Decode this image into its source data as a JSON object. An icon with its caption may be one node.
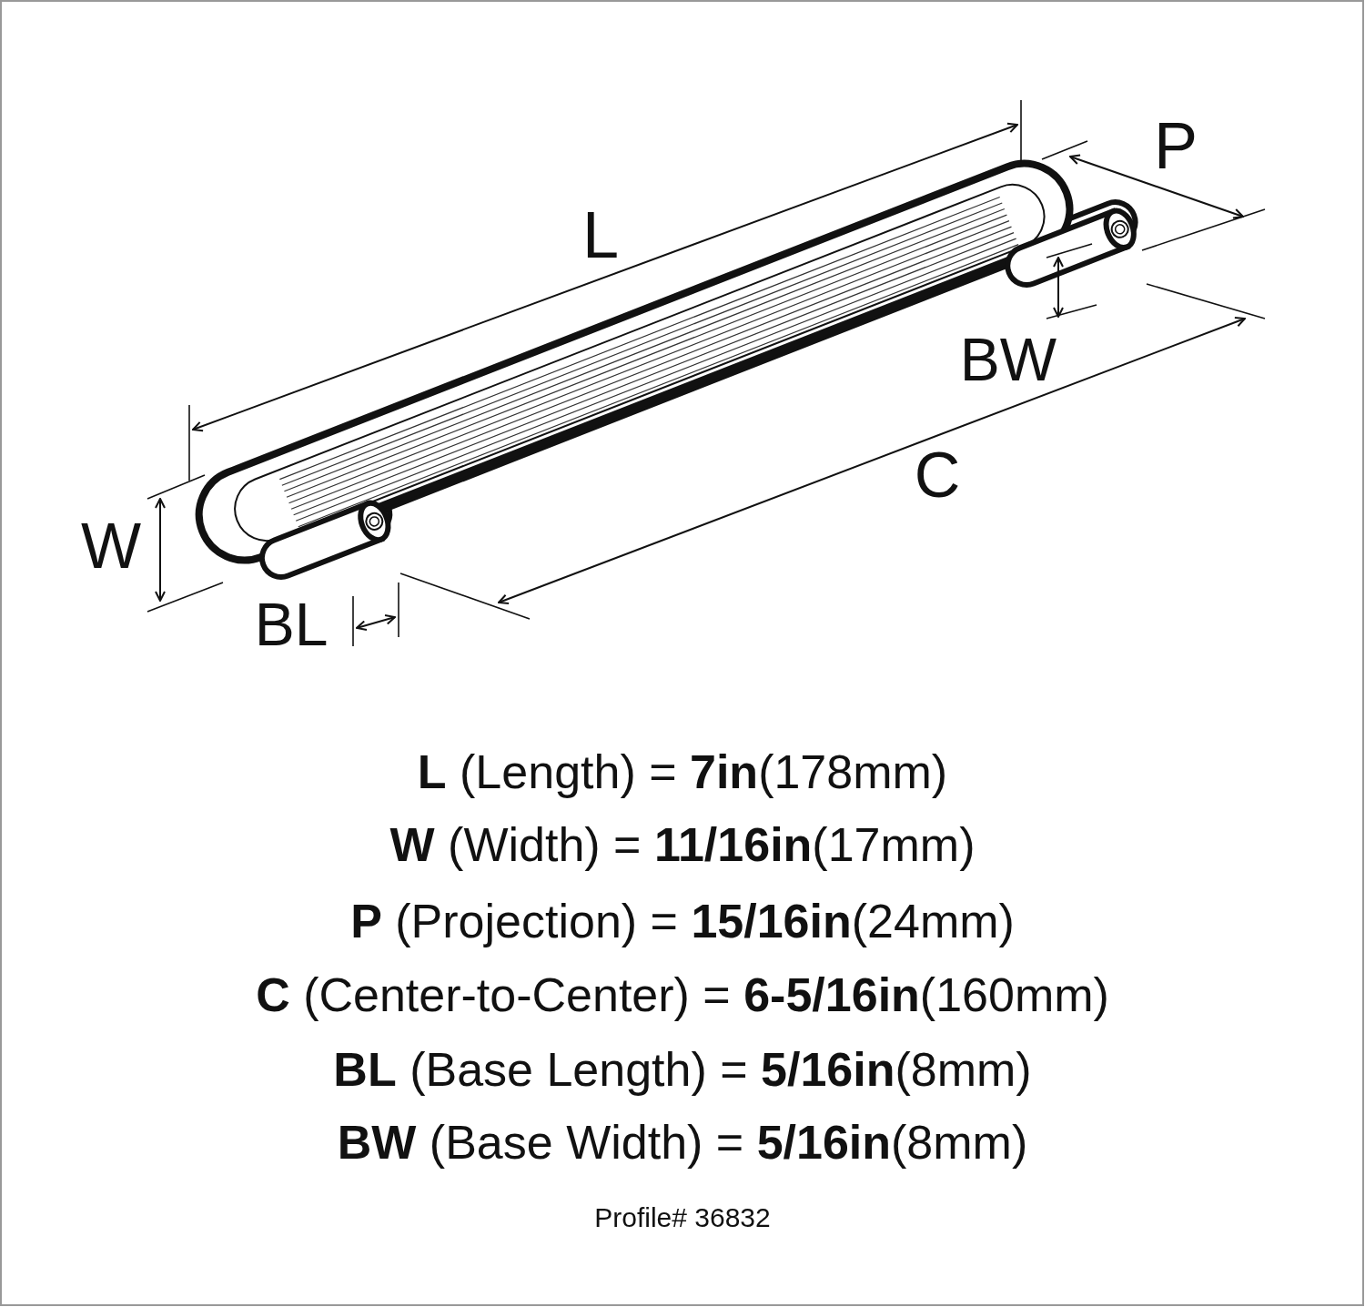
{
  "diagram": {
    "labels": [
      "L",
      "P",
      "BW",
      "C",
      "W",
      "BL",
      "**L** (Length) = **7in**(178mm)",
      "**W** (Width) = **11/16in**(17mm)",
      "**P** (Projection) = **15/16in**(24mm)",
      "**C** (Center-to-Center) = **6-5/16in**(160mm)",
      "**BL** (Base Length) = **5/16in**(8mm)",
      "**BW** (Base Width) = **5/16in**(8mm)",
      "Profile# 36832"
    ]
  }
}
